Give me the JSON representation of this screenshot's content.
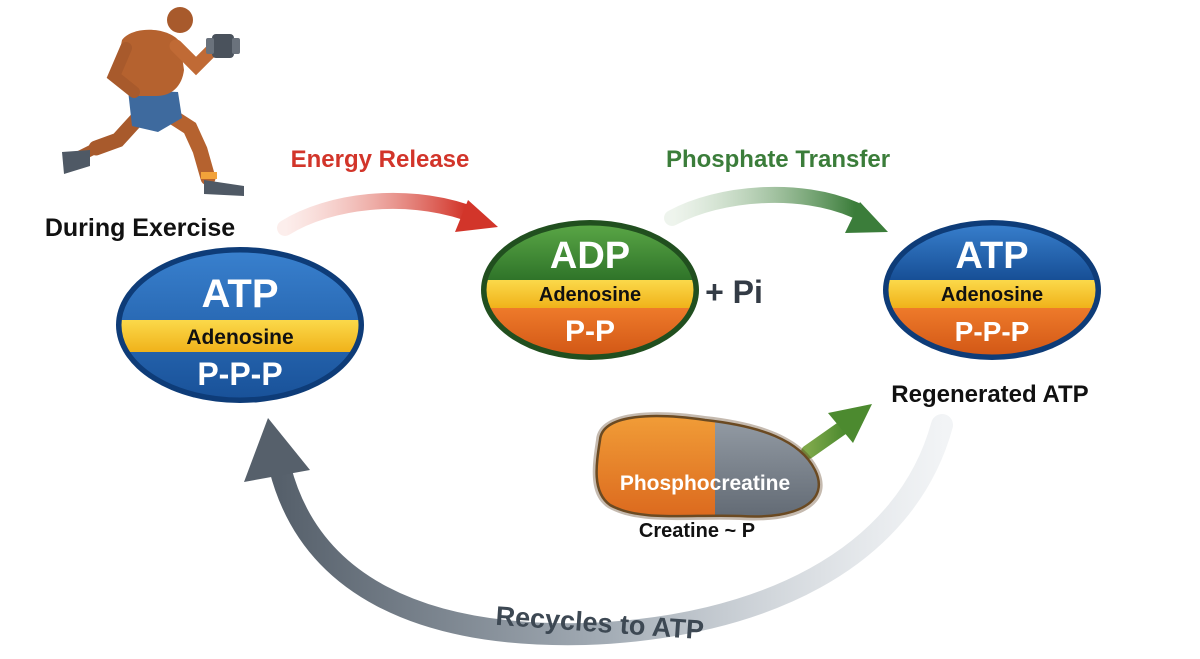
{
  "caption_exercise": "During Exercise",
  "label_energy_release": "Energy Release",
  "label_phosphate_transfer": "Phosphate Transfer",
  "label_recycles": "Recycles to ATP",
  "label_regenerated": "Regenerated ATP",
  "plus_pi": "+ Pi",
  "atp_left": {
    "title": "ATP",
    "base": "Adenosine",
    "phosphates": "P-P-P"
  },
  "adp": {
    "title": "ADP",
    "base": "Adenosine",
    "phosphates": "P-P"
  },
  "atp_right": {
    "title": "ATP",
    "base": "Adenosine",
    "phosphates": "P-P-P"
  },
  "phosphocreatine": {
    "name": "Phosphocreatine",
    "formula": "Creatine ~ P"
  },
  "colors": {
    "atp_blue": "#1f5fae",
    "adp_green": "#3e8a34",
    "band_yellow": "#f7c62a",
    "phosphate_orange": "#e2661e",
    "energy_red": "#d2352a",
    "transfer_green": "#3b7d3a",
    "recycle_gray": "#5b6673",
    "text_dark": "#111111"
  }
}
